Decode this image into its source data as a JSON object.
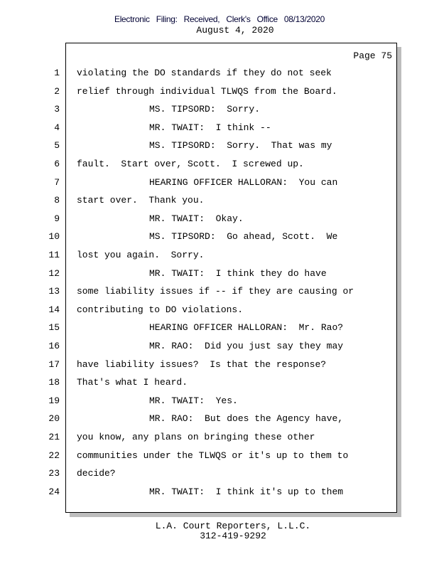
{
  "header": {
    "filing_stamp": "Electronic Filing: Received, Clerk's Office 08/13/2020",
    "date": "August 4, 2020"
  },
  "page_label": "Page 75",
  "lines": [
    {
      "n": "1",
      "text": "violating the DO standards if they do not seek",
      "indent": false
    },
    {
      "n": "2",
      "text": "relief through individual TLWQS from the Board.",
      "indent": false
    },
    {
      "n": "3",
      "text": "MS. TIPSORD:  Sorry.",
      "indent": true
    },
    {
      "n": "4",
      "text": "MR. TWAIT:  I think --",
      "indent": true
    },
    {
      "n": "5",
      "text": "MS. TIPSORD:  Sorry.  That was my",
      "indent": true
    },
    {
      "n": "6",
      "text": "fault.  Start over, Scott.  I screwed up.",
      "indent": false
    },
    {
      "n": "7",
      "text": "HEARING OFFICER HALLORAN:  You can",
      "indent": true
    },
    {
      "n": "8",
      "text": "start over.  Thank you.",
      "indent": false
    },
    {
      "n": "9",
      "text": "MR. TWAIT:  Okay.",
      "indent": true
    },
    {
      "n": "10",
      "text": "MS. TIPSORD:  Go ahead, Scott.  We",
      "indent": true
    },
    {
      "n": "11",
      "text": "lost you again.  Sorry.",
      "indent": false
    },
    {
      "n": "12",
      "text": "MR. TWAIT:  I think they do have",
      "indent": true
    },
    {
      "n": "13",
      "text": "some liability issues if -- if they are causing or",
      "indent": false
    },
    {
      "n": "14",
      "text": "contributing to DO violations.",
      "indent": false
    },
    {
      "n": "15",
      "text": "HEARING OFFICER HALLORAN:  Mr. Rao?",
      "indent": true
    },
    {
      "n": "16",
      "text": "MR. RAO:  Did you just say they may",
      "indent": true
    },
    {
      "n": "17",
      "text": "have liability issues?  Is that the response?",
      "indent": false
    },
    {
      "n": "18",
      "text": "That's what I heard.",
      "indent": false
    },
    {
      "n": "19",
      "text": "MR. TWAIT:  Yes.",
      "indent": true
    },
    {
      "n": "20",
      "text": "MR. RAO:  But does the Agency have,",
      "indent": true
    },
    {
      "n": "21",
      "text": "you know, any plans on bringing these other",
      "indent": false
    },
    {
      "n": "22",
      "text": "communities under the TLWQS or it's up to them to",
      "indent": false
    },
    {
      "n": "23",
      "text": "decide?",
      "indent": false
    },
    {
      "n": "24",
      "text": "MR. TWAIT:  I think it's up to them",
      "indent": true
    }
  ],
  "footer": {
    "company": "L.A. Court Reporters, L.L.C.",
    "phone": "312-419-9292"
  }
}
